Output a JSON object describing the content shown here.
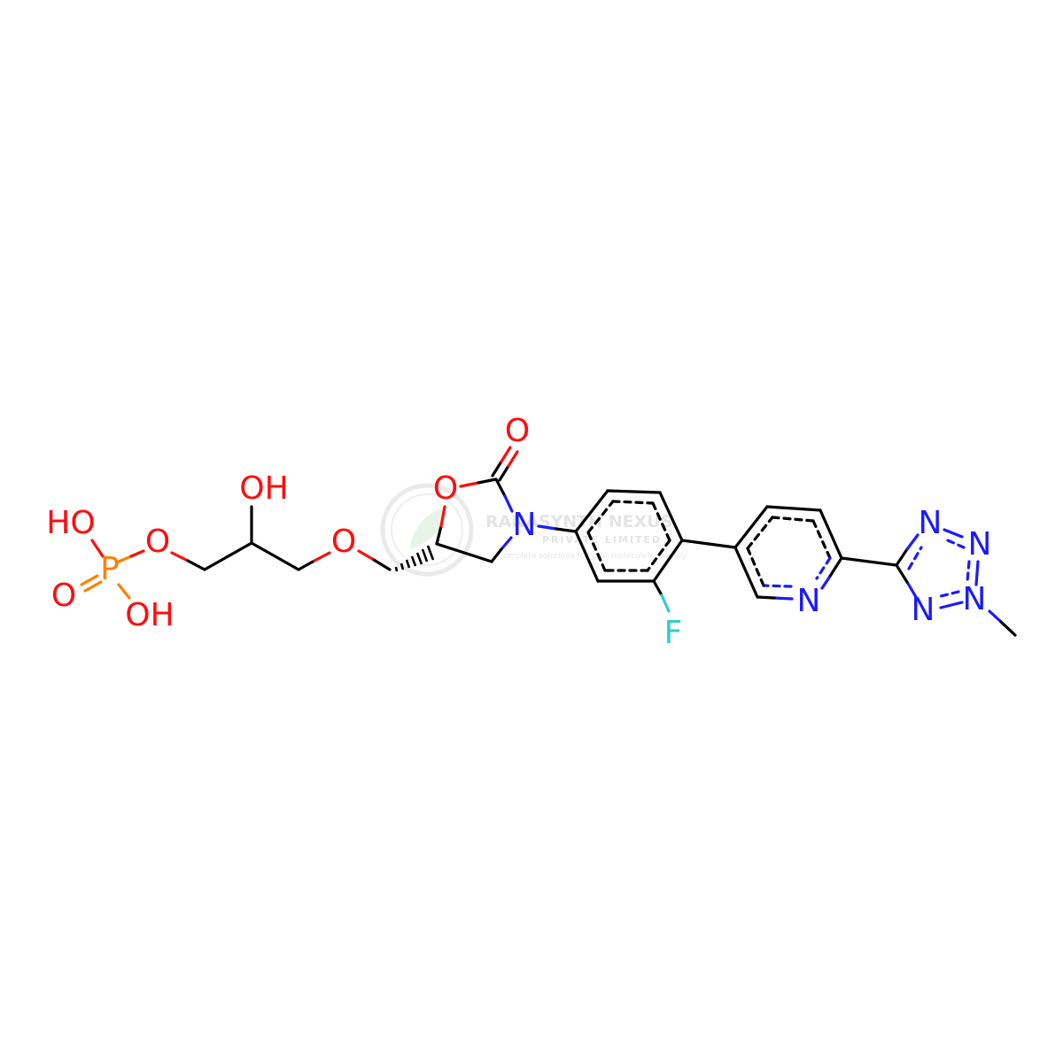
{
  "colors": {
    "carbon": "#000000",
    "oxygen": "#ff0d0d",
    "nitrogen": "#1a1aff",
    "phosphorus": "#ff8000",
    "fluorine": "#33cccc",
    "watermark": "#c8c8c8"
  },
  "atom_labels": {
    "ho_phosphate": "HO",
    "p": "P",
    "o_ester": "O",
    "o_double": "O",
    "oh_phosphate": "OH",
    "oh_glycerol": "OH",
    "o_ether": "O",
    "o_ring": "O",
    "o_carbonyl": "O",
    "n_oxazolidinone": "N",
    "f": "F",
    "n_pyridine": "N",
    "n_tetrazole_1": "N",
    "n_tetrazole_2": "N",
    "n_tetrazole_3": "N",
    "n_tetrazole_4": "N"
  },
  "watermark": {
    "line1": "RANASYNTH NEXUS",
    "line2": "PRIVATE LIMITED",
    "line3": "Complete solutions for your molecule's journey"
  }
}
